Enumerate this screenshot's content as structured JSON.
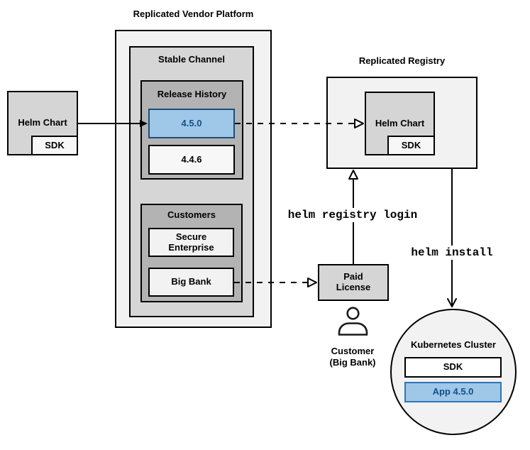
{
  "colors": {
    "blue_fill": "#9fc7e8",
    "blue_border_dark": "#1d4e79",
    "blue_border_light": "#2e75b6",
    "blue_text": "#164f86",
    "box_border": "#000000",
    "gray_light": "#f2f2f2",
    "gray_mid": "#d6d6d6",
    "gray_dark": "#b3b3b3",
    "gray_box": "#d5d5d5",
    "gray_lighter": "#f7f7f7"
  },
  "vendor": {
    "title": "Replicated Vendor Platform",
    "stable_channel": {
      "label": "Stable Channel",
      "release_history": {
        "label": "Release History",
        "releases": [
          {
            "version": "4.5.0",
            "highlighted": true
          },
          {
            "version": "4.4.6",
            "highlighted": false
          }
        ]
      },
      "customers": {
        "label": "Customers",
        "items": [
          "Secure Enterprise",
          "Big Bank"
        ]
      }
    }
  },
  "source_helm_chart": {
    "label": "Helm Chart",
    "sdk": "SDK"
  },
  "registry": {
    "title": "Replicated Registry",
    "helm_chart": {
      "label": "Helm Chart",
      "sdk": "SDK"
    }
  },
  "license": {
    "label": "Paid License"
  },
  "customer": {
    "line1": "Customer",
    "line2": "(Big Bank)"
  },
  "cluster": {
    "title": "Kubernetes Cluster",
    "sdk": "SDK",
    "app": "App 4.5.0"
  },
  "commands": {
    "registry_login": "helm registry login",
    "install": "helm install"
  }
}
